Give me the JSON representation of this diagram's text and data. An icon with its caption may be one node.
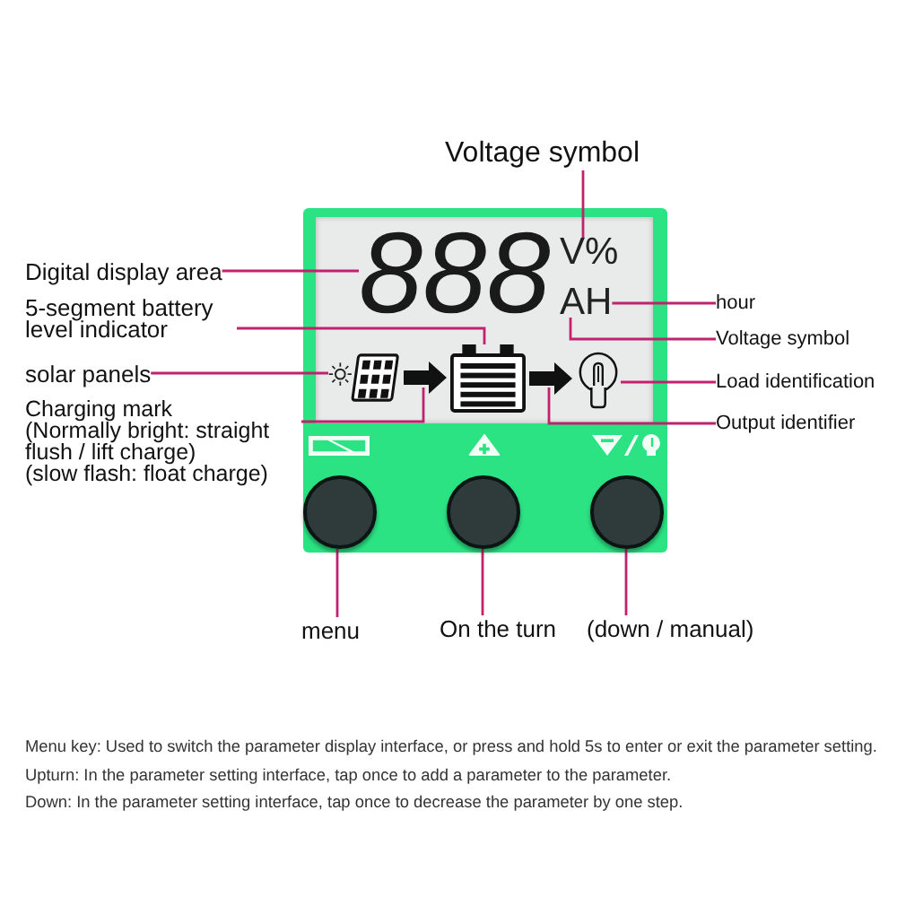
{
  "diagram": {
    "nodes": [
      {
        "text": [
          "Voltage symbol"
        ]
      },
      {
        "text": [
          "Digital display area"
        ]
      },
      {
        "text": [
          "5-segment battery level indicator"
        ]
      },
      {
        "text": [
          "solar panels"
        ]
      },
      {
        "text": [
          "Charging mark",
          "(Normally bright: straight flush / lift charge)",
          "(slow flash: float charge)"
        ]
      },
      {
        "text": [
          "hour"
        ]
      },
      {
        "text": [
          "Voltage symbol"
        ]
      },
      {
        "text": [
          "Load identification"
        ]
      },
      {
        "text": [
          "Output identifier"
        ]
      },
      {
        "text": [],
        "shape": "box"
      },
      {
        "text": [],
        "shape": "box",
        "in": 9
      },
      {
        "text": [
          "888"
        ],
        "in": 10
      },
      {
        "text": [
          "V%"
        ],
        "in": 10
      },
      {
        "text": [
          "AH"
        ],
        "in": 10
      },
      {
        "text": [],
        "shape": "picture",
        "in": 10
      },
      {
        "text": [],
        "shape": "picture",
        "in": 10
      },
      {
        "text": [],
        "shape": "picture",
        "in": 10
      },
      {
        "text": [],
        "shape": "circle",
        "in": 9
      },
      {
        "text": [],
        "shape": "circle",
        "in": 9
      },
      {
        "text": [],
        "shape": "circle",
        "in": 9
      },
      {
        "text": [
          "menu"
        ]
      },
      {
        "text": [
          "On the turn"
        ]
      },
      {
        "text": [
          "(down / manual)"
        ]
      }
    ],
    "edges": [
      {
        "from": 0,
        "to": 12,
        "arrow": "none"
      },
      {
        "from": 1,
        "to": 11,
        "arrow": "none"
      },
      {
        "from": 2,
        "to": 15,
        "arrow": "none"
      },
      {
        "from": 3,
        "to": 14,
        "arrow": "none"
      },
      {
        "from": 4,
        "to": null,
        "arrow": "none"
      },
      {
        "from": 5,
        "to": 13,
        "arrow": "none"
      },
      {
        "from": 6,
        "to": 13,
        "arrow": "none"
      },
      {
        "from": 7,
        "to": 16,
        "arrow": "none"
      },
      {
        "from": 8,
        "to": null,
        "arrow": "none"
      },
      {
        "from": 20,
        "to": 17,
        "arrow": "none"
      },
      {
        "from": 21,
        "to": 18,
        "arrow": "none"
      },
      {
        "from": 22,
        "to": 19,
        "arrow": "none"
      },
      {
        "from": 14,
        "to": 15,
        "arrow": "to",
        "style": "thick",
        "color": "#111111"
      },
      {
        "from": 15,
        "to": 16,
        "arrow": "to",
        "style": "thick",
        "color": "#111111"
      }
    ],
    "labels": [
      "Menu key: Used to switch the parameter display interface, or press and hold 5s to enter or exit the parameter setting.",
      "Upturn: In the parameter setting interface, tap once to add a parameter to the parameter.",
      "Down: In the parameter setting interface, tap once to decrease the parameter by one step."
    ]
  }
}
